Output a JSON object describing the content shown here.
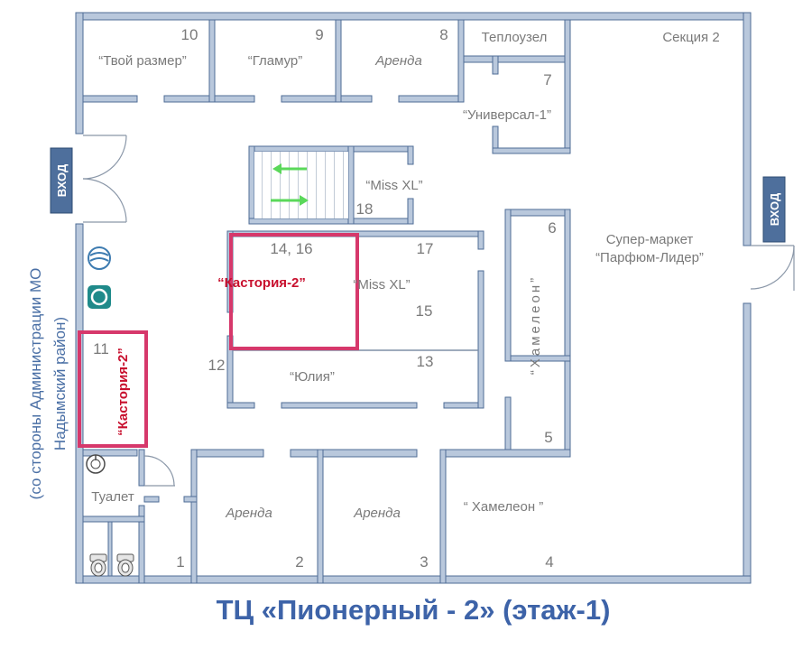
{
  "title": "ТЦ «Пионерный - 2» (этаж-1)",
  "side_note": {
    "line1": "(со стороны Администрации МО",
    "line2": "Надымский район)"
  },
  "entrances": {
    "left": "ВХОД",
    "right": "ВХОД"
  },
  "section": "Секция 2",
  "rooms": {
    "r10": {
      "number": "10",
      "name": "“Твой размер”"
    },
    "r9": {
      "number": "9",
      "name": "“Гламур”"
    },
    "r8": {
      "number": "8",
      "name": "Аренда"
    },
    "heat": {
      "name": "Теплоузел"
    },
    "r7": {
      "number": "7",
      "name": "“Универсал-1”"
    },
    "r18": {
      "number": "18",
      "name": "“Miss XL”"
    },
    "r1416": {
      "number": "14, 16",
      "name": "“Кастория-2”"
    },
    "r17": {
      "number": "17",
      "name": "“Miss XL”"
    },
    "r15": {
      "number": "15"
    },
    "r13": {
      "number": "13"
    },
    "r12": {
      "number": "12",
      "name": "“Юлия”"
    },
    "r11": {
      "number": "11",
      "name": "“Кастория-2”"
    },
    "r6": {
      "number": "6",
      "name": "“Хамелеон”"
    },
    "r5": {
      "number": "5"
    },
    "super": {
      "line1": "Супер-маркет",
      "line2": "“Парфюм-Лидер”"
    },
    "toilet": {
      "name": "Туалет"
    },
    "r1": {
      "number": "1"
    },
    "r2": {
      "number": "2",
      "name": "Аренда"
    },
    "r3": {
      "number": "3",
      "name": "Аренда"
    },
    "r4": {
      "number": "4",
      "name": "“ Хамелеон ”"
    }
  },
  "colors": {
    "wall_fill": "#b9c8dc",
    "wall_stroke": "#4f6d96",
    "highlight": "#d6386b",
    "entrance_badge": "#4e6f9c",
    "arrow": "#5ad85a",
    "red_text": "#c8102e",
    "title": "#3d63a8"
  },
  "icons": [
    "sberbank-logo-icon",
    "vtb-logo-icon",
    "sink-icon",
    "toilet-icon",
    "stairs-icon",
    "door-swing-icon"
  ]
}
